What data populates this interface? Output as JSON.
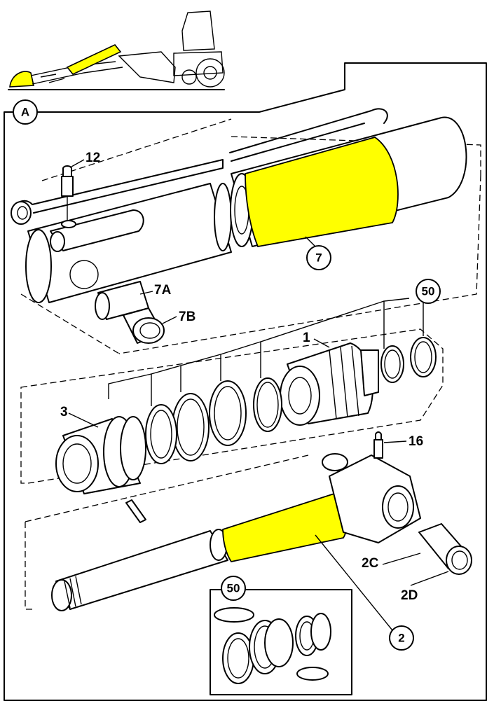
{
  "diagram": {
    "view_label": "A",
    "highlight_color": "#ffff00",
    "line_color": "#000000",
    "background": "#ffffff",
    "callouts": [
      {
        "id": "c7",
        "label": "7"
      },
      {
        "id": "c50a",
        "label": "50"
      },
      {
        "id": "c50b",
        "label": "50"
      },
      {
        "id": "c2",
        "label": "2"
      }
    ],
    "labels": [
      {
        "id": "l12",
        "text": "12"
      },
      {
        "id": "l7a",
        "text": "7A"
      },
      {
        "id": "l7b",
        "text": "7B"
      },
      {
        "id": "l1",
        "text": "1"
      },
      {
        "id": "l3",
        "text": "3"
      },
      {
        "id": "l16",
        "text": "16"
      },
      {
        "id": "l2c",
        "text": "2C"
      },
      {
        "id": "l2d",
        "text": "2D"
      }
    ]
  }
}
